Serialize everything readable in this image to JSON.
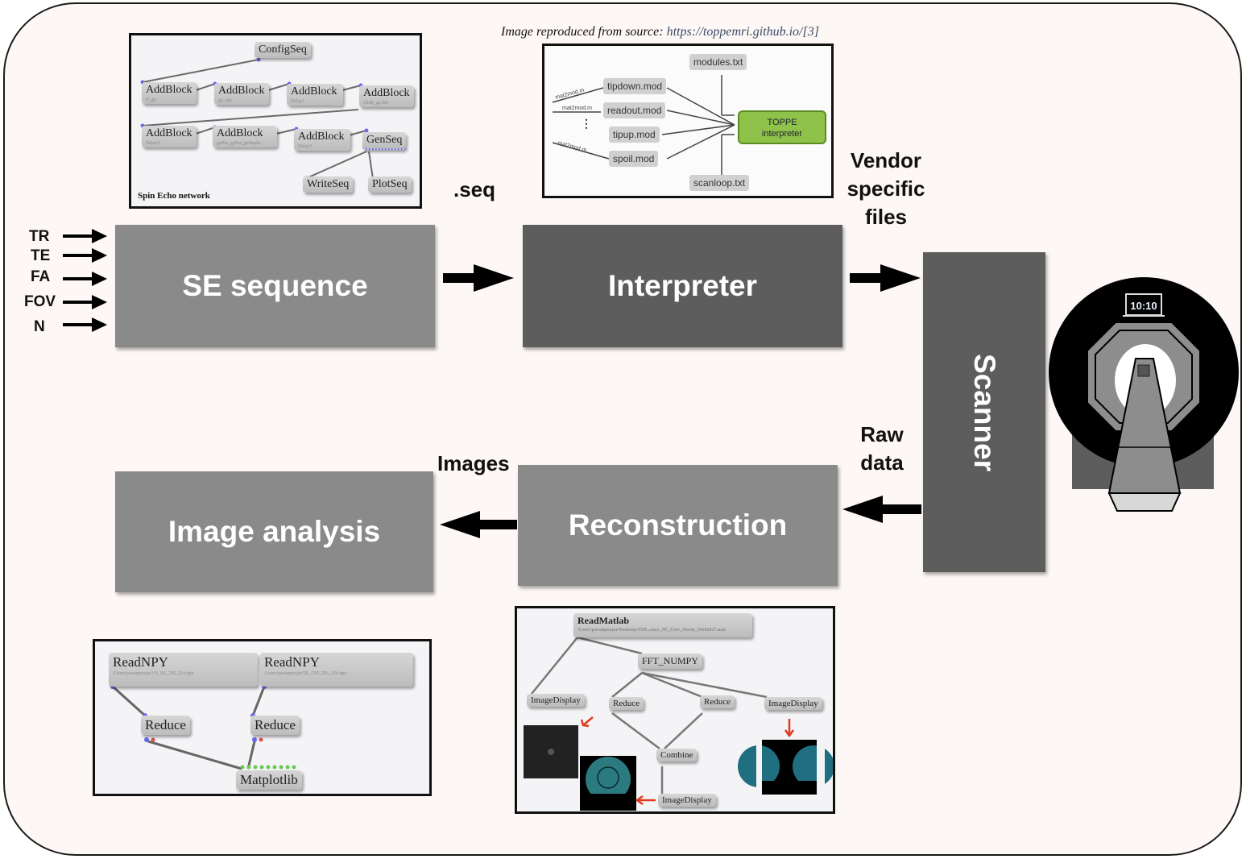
{
  "credit": {
    "prefix": "Image reproduced from source: ",
    "link": "https://toppemri.github.io/",
    "ref": "[3]"
  },
  "inputs": [
    "TR",
    "TE",
    "FA",
    "FOV",
    "N"
  ],
  "blocks": {
    "se_sequence": "SE sequence",
    "interpreter": "Interpreter",
    "scanner": "Scanner",
    "reconstruction": "Reconstruction",
    "image_analysis": "Image analysis"
  },
  "edge_labels": {
    "seq": ".seq",
    "vendor_line1": "Vendor",
    "vendor_line2": "specific",
    "vendor_line3": "files",
    "raw_line1": "Raw",
    "raw_line2": "data",
    "images": "Images"
  },
  "spin_echo_inset": {
    "caption": "Spin Echo network",
    "config": "ConfigSeq",
    "row1": [
      {
        "name": "AddBlock",
        "sub": "rf_gz"
      },
      {
        "name": "AddBlock",
        "sub": "gx_adc"
      },
      {
        "name": "AddBlock",
        "sub": "Delay1"
      },
      {
        "name": "AddBlock",
        "sub": "rf180_gz180"
      }
    ],
    "row2": [
      {
        "name": "AddBlock",
        "sub": "Delay2"
      },
      {
        "name": "AddBlock",
        "sub": "gxPre_gyPre_gzRephs"
      },
      {
        "name": "AddBlock",
        "sub": "Delay3"
      }
    ],
    "genseq": "GenSeq",
    "writeseq": "WriteSeq",
    "plotseq": "PlotSeq"
  },
  "toppe_inset": {
    "modules": "modules.txt",
    "scanloop": "scanloop.txt",
    "mods": [
      "tipdown.mod",
      "readout.mod",
      "tipup.mod",
      "spoil.mod"
    ],
    "edge_label": "mat2mod.m",
    "ellipsis": "⋮",
    "interpreter_line1": "TOPPE",
    "interpreter_line2": "interpreter"
  },
  "scanner_display": "10:10",
  "analysis_inset": {
    "readnpy_1": {
      "name": "ReadNPY",
      "sub": "/Users/pavanpoojar/VS_SE_256_254.npy"
    },
    "readnpy_2": {
      "name": "ReadNPY",
      "sub": "/Users/pavanpoojar/SE_GPI_256_254.npy"
    },
    "reduce_1": "Reduce",
    "reduce_2": "Reduce",
    "matplotlib": "Matplotlib"
  },
  "recon_inset": {
    "readmatlab": {
      "name": "ReadMatlab",
      "sub": "/Users/pavanpoojar/Desktop/SSH...race_SE_Corr_Norm_30102017.mat"
    },
    "fft": "FFT_NUMPY",
    "imagedisplay_1": "ImageDisplay",
    "reduce_1": "Reduce",
    "reduce_2": "Reduce",
    "imagedisplay_2": "ImageDisplay",
    "combine": "Combine",
    "imagedisplay_3": "ImageDisplay"
  },
  "colors": {
    "frame_bg": "#fdf8f5",
    "block_light": "#8a8a8a",
    "block_dark": "#5d5d5d",
    "toppe_green": "#8fc24a",
    "annotation_red": "#e03a1e",
    "port_blue": "#6a6ae8"
  }
}
